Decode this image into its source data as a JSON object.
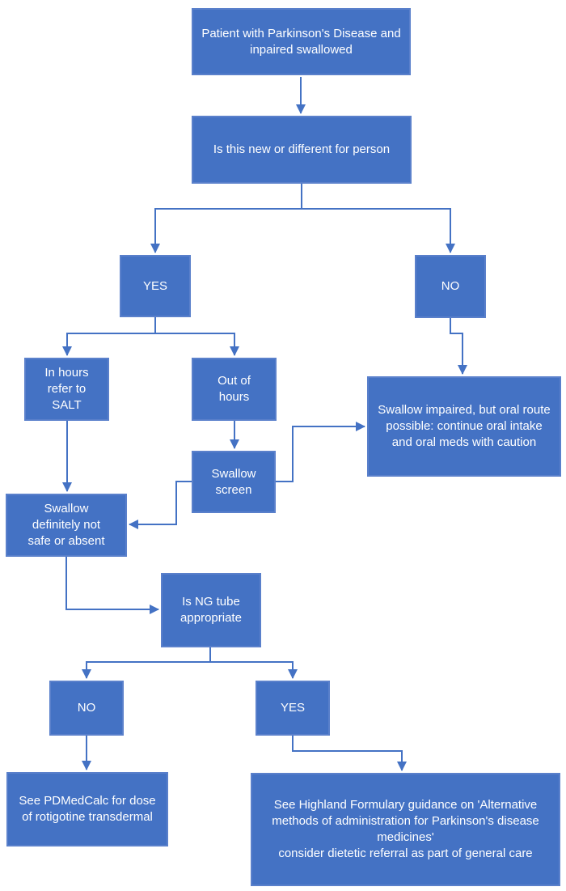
{
  "diagram": {
    "colors": {
      "node_fill": "#4472C4",
      "node_border": "#5A80CB",
      "connector": "#4472C4",
      "text": "#FFFFFF",
      "background": "#FFFFFF"
    },
    "nodes": {
      "patient": {
        "label": "Patient with Parkinson's Disease and inpaired swallowed"
      },
      "new_or_different": {
        "label": "Is this new or different for person"
      },
      "yes_1": {
        "label": "YES"
      },
      "no_1": {
        "label": "NO"
      },
      "in_hours": {
        "label": "In hours refer to SALT"
      },
      "out_of_hours": {
        "label": "Out of hours"
      },
      "swallow_screen": {
        "label": "Swallow screen"
      },
      "swallow_impaired_oral": {
        "label": "Swallow impaired, but oral route possible: continue oral intake and oral meds with caution"
      },
      "swallow_not_safe": {
        "label": "Swallow definitely not safe or absent"
      },
      "ng_tube": {
        "label": "Is NG tube appropriate"
      },
      "no_2": {
        "label": "NO"
      },
      "yes_2": {
        "label": "YES"
      },
      "pdmedcalc": {
        "label": "See PDMedCalc for dose of rotigotine transdermal"
      },
      "highland": {
        "label": "See Highland Formulary guidance on 'Alternative methods of administration for Parkinson's disease medicines'",
        "label2": "consider dietetic referral as part of general care"
      }
    }
  }
}
